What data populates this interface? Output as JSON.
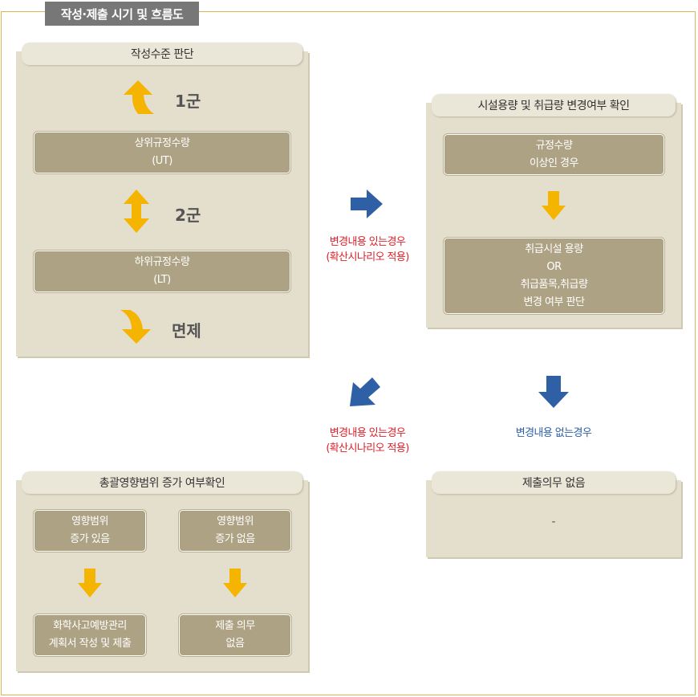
{
  "title": "작성·제출 시기 및 흐름도",
  "panel1": {
    "header": "작성수준 판단",
    "group1": "1군",
    "box_upper": [
      "상위규정수량",
      "(UT)"
    ],
    "group2": "2군",
    "box_lower": [
      "하위규정수량",
      "(LT)"
    ],
    "exempt": "면제"
  },
  "panel2": {
    "header": "시설용량 및 취급량 변경여부 확인",
    "box_top": [
      "규정수량",
      "이상인 경우"
    ],
    "box_bottom": [
      "취급시설 용량",
      "OR",
      "취급품목,취급량",
      "변경 여부 판단"
    ]
  },
  "panel3": {
    "header": "총괄영향범위 증가 여부확인",
    "box_increase": [
      "영향범위",
      "증가 있음"
    ],
    "box_noincrease": [
      "영향범위",
      "증가 없음"
    ],
    "box_plan": [
      "화학사고예방관리",
      "계획서 작성 및 제출"
    ],
    "box_noduty": [
      "제출 의무",
      "없음"
    ]
  },
  "panel4": {
    "header": "제출의무 없음",
    "content": "-"
  },
  "notes": {
    "change_right": [
      "변경내용 있는경우",
      "(확산시나리오 적용)"
    ],
    "change_down": [
      "변경내용 있는경우",
      "(확산시나리오 적용)"
    ],
    "no_change": "변경내용 없는경우"
  },
  "colors": {
    "border": "#d8b75a",
    "panel": "#e4dfcd",
    "box": "#aea284",
    "arrow_yellow": "#f5b400",
    "arrow_blue": "#2f5fa5",
    "text_red": "#e0202a"
  }
}
